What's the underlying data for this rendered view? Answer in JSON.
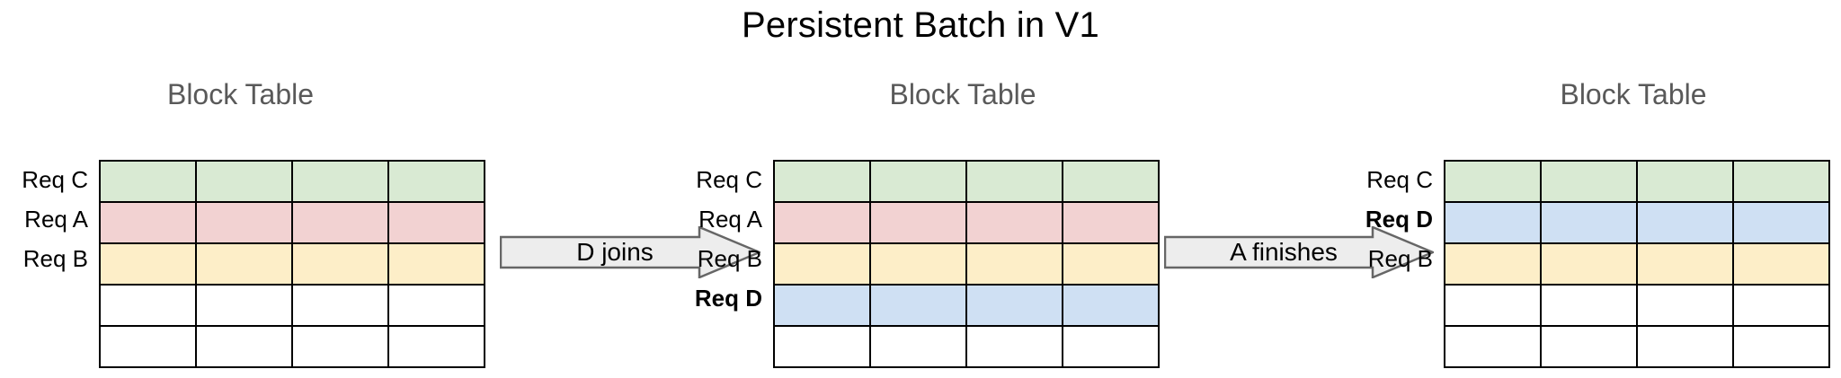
{
  "title": "Persistent Batch in V1",
  "colors": {
    "green": "#d9ead3",
    "pink": "#f2d2d2",
    "yellow": "#fdeec8",
    "blue": "#cfe0f3",
    "empty": "#ffffff",
    "grid_line": "#000000",
    "heading_text": "#595959",
    "arrow_fill": "#ededed",
    "arrow_stroke": "#666666"
  },
  "panels": [
    {
      "heading": "Block Table",
      "columns": 4,
      "rows": [
        {
          "label": "Req C",
          "bold": false,
          "fill": "green"
        },
        {
          "label": "Req A",
          "bold": false,
          "fill": "pink"
        },
        {
          "label": "Req B",
          "bold": false,
          "fill": "yellow"
        },
        {
          "label": "",
          "bold": false,
          "fill": "empty"
        },
        {
          "label": "",
          "bold": false,
          "fill": "empty"
        }
      ]
    },
    {
      "heading": "Block Table",
      "columns": 4,
      "rows": [
        {
          "label": "Req C",
          "bold": false,
          "fill": "green"
        },
        {
          "label": "Req A",
          "bold": false,
          "fill": "pink"
        },
        {
          "label": "Req B",
          "bold": false,
          "fill": "yellow"
        },
        {
          "label": "Req D",
          "bold": true,
          "fill": "blue"
        },
        {
          "label": "",
          "bold": false,
          "fill": "empty"
        }
      ]
    },
    {
      "heading": "Block Table",
      "columns": 4,
      "rows": [
        {
          "label": "Req C",
          "bold": false,
          "fill": "green"
        },
        {
          "label": "Req D",
          "bold": true,
          "fill": "blue"
        },
        {
          "label": "Req B",
          "bold": false,
          "fill": "yellow"
        },
        {
          "label": "",
          "bold": false,
          "fill": "empty"
        },
        {
          "label": "",
          "bold": false,
          "fill": "empty"
        }
      ]
    }
  ],
  "arrows": [
    {
      "label": "D joins"
    },
    {
      "label": "A finishes"
    }
  ]
}
